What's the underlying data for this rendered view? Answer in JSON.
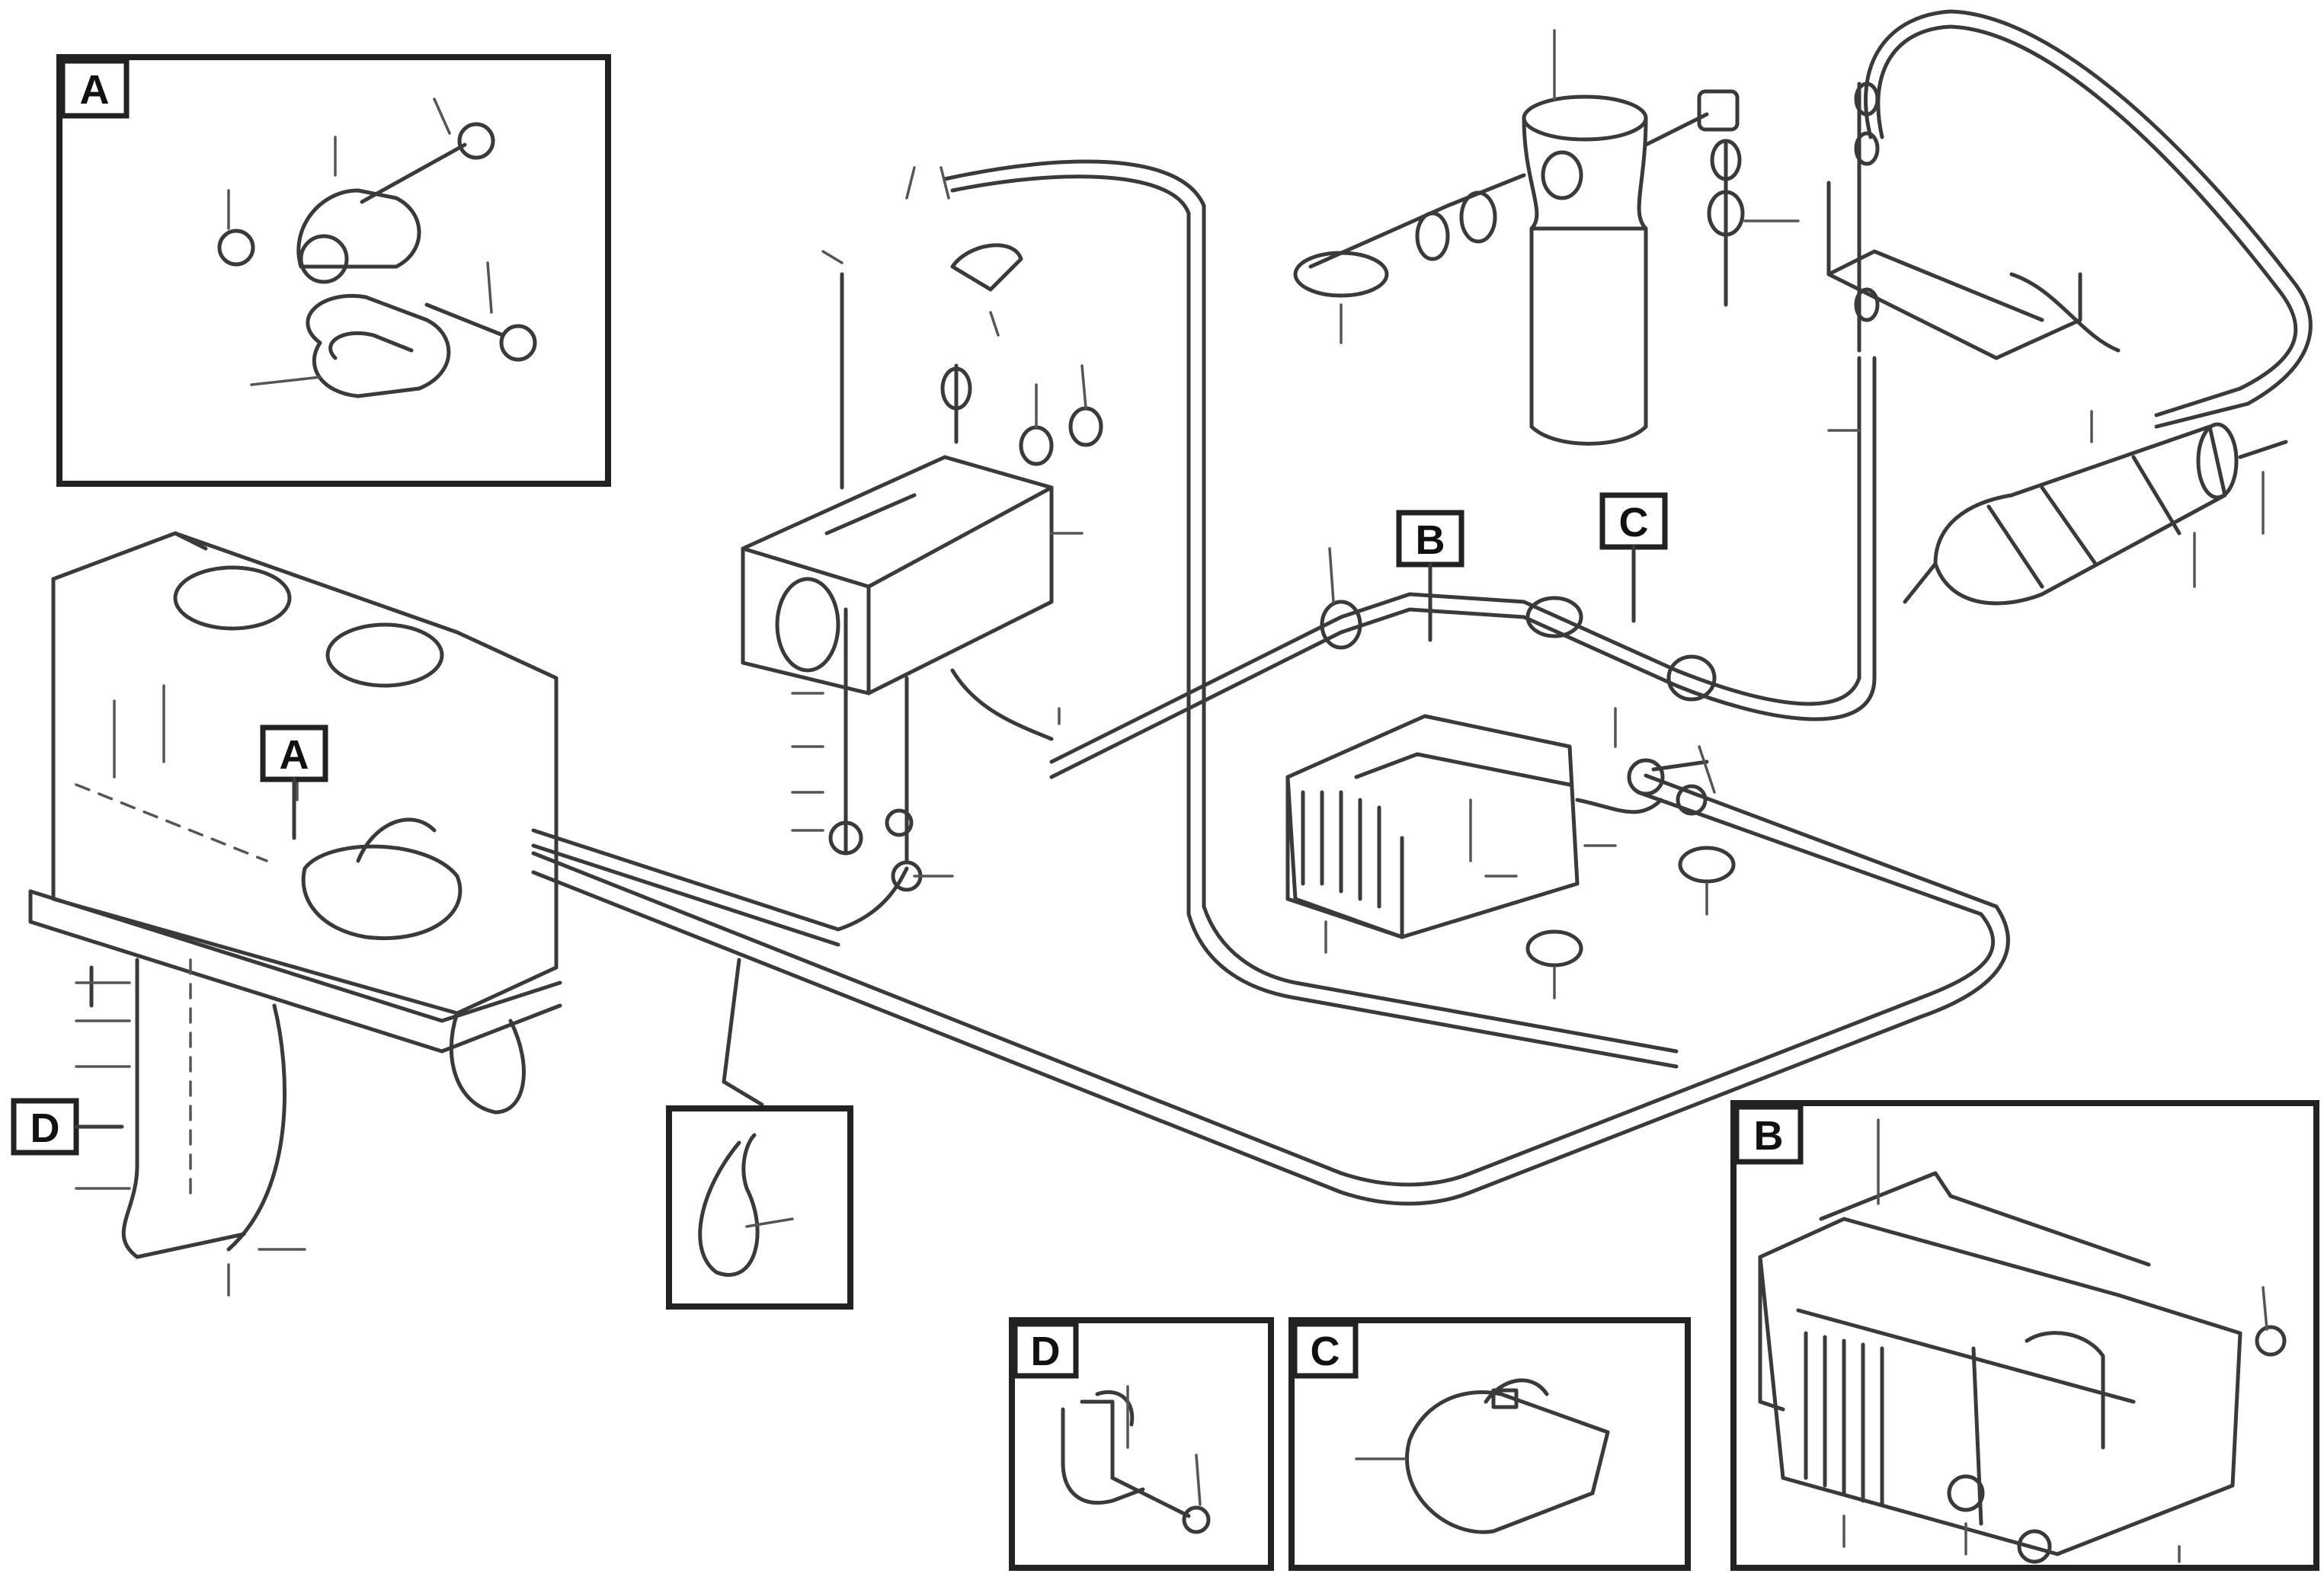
{
  "callouts": {
    "inset_a": "A",
    "inset_b": "B",
    "inset_c": "C",
    "inset_d": "D",
    "main_a": "A",
    "main_b": "B",
    "main_c": "C",
    "main_d": "D"
  },
  "footer": {
    "caption_line1": "",
    "caption_line2": "",
    "drawing_id": ""
  },
  "colors": {
    "line": "#3a3a3a",
    "frame": "#222222",
    "background": "#ffffff"
  }
}
